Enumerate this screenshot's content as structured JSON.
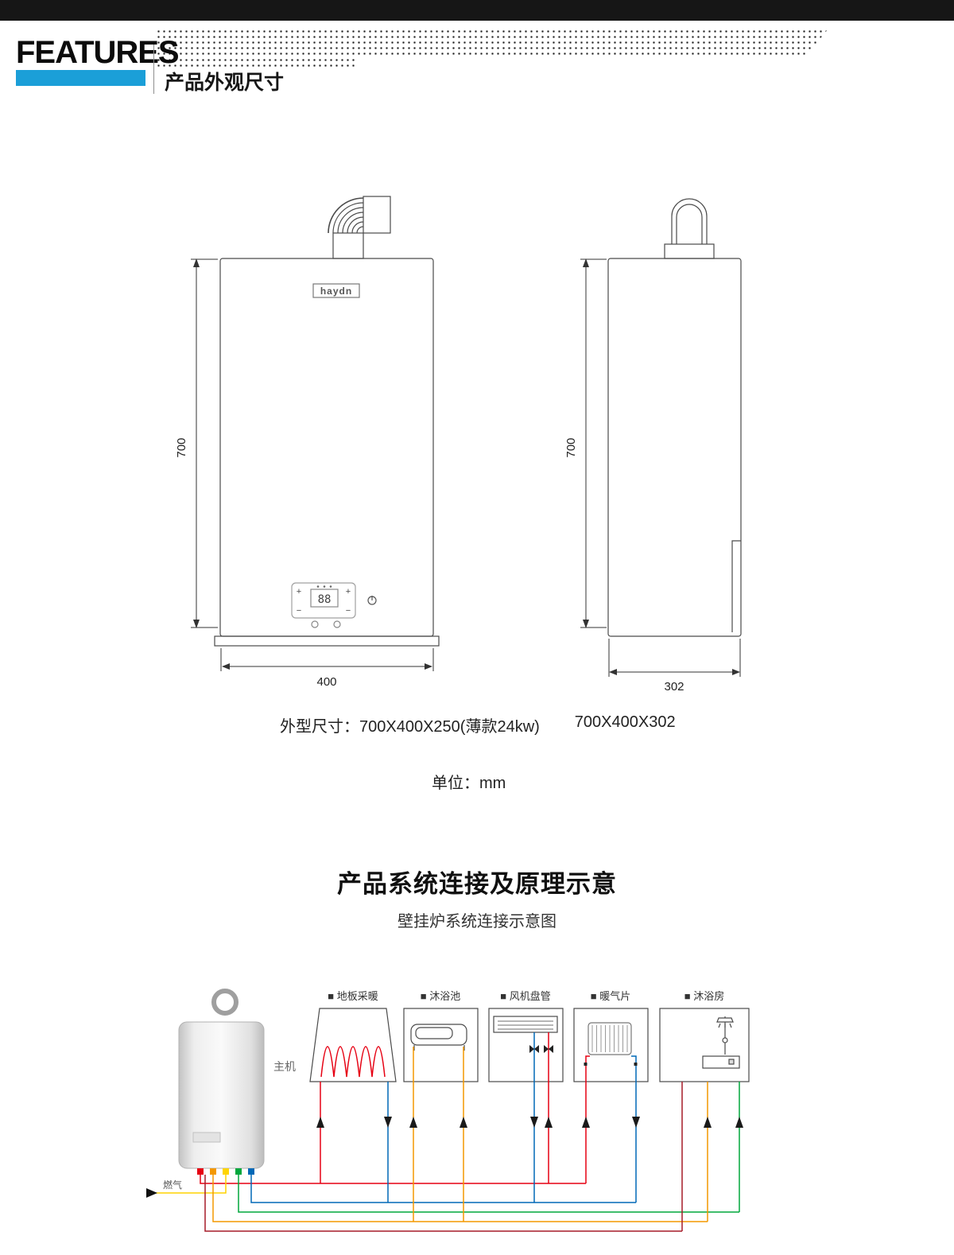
{
  "header": {
    "brand": "FEATURES",
    "accent_color": "#1b9fd8",
    "section_title": "产品外观尺寸"
  },
  "front_view": {
    "logo": "haydn",
    "height_label": "700",
    "width_label": "400",
    "panel": {
      "display_value": "88",
      "plus": "+",
      "minus": "−"
    }
  },
  "side_view": {
    "height_label": "700",
    "depth_label": "302"
  },
  "specs": {
    "size_label": "外型尺寸：700X400X250(薄款24kw)",
    "size_alt": "700X400X302",
    "unit_label": "单位：mm"
  },
  "system": {
    "title": "产品系统连接及原理示意",
    "subtitle": "壁挂炉系统连接示意图",
    "main_unit_label": "主机",
    "gas_label": "燃气",
    "appliances": [
      {
        "label": "■ 地板采暖"
      },
      {
        "label": "■ 沐浴池"
      },
      {
        "label": "■ 风机盘管"
      },
      {
        "label": "■ 暖气片"
      },
      {
        "label": "■ 沐浴房"
      }
    ],
    "pipe_colors": {
      "heating_supply": "#e60012",
      "heating_return": "#0068b7",
      "hot_water": "#f39800",
      "gas": "#ffd400",
      "cold_water": "#00a73c",
      "return2": "#a61b29"
    }
  }
}
